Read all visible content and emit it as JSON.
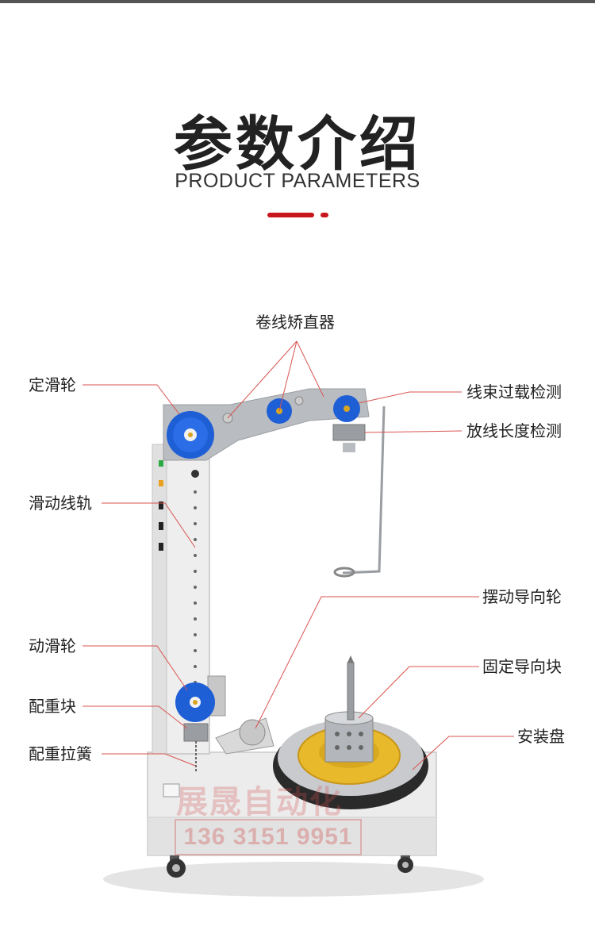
{
  "header": {
    "title_cn": "参数介绍",
    "title_en": "PRODUCT PARAMETERS"
  },
  "colors": {
    "accent": "#c8161d",
    "callout_line": "#d9534f",
    "pulley_blue": "#1e5fd6",
    "wire_yellow": "#e8b92a"
  },
  "labels": {
    "straightener": "卷线矫直器",
    "fixed_pulley": "定滑轮",
    "overload_detect": "线束过载检测",
    "length_detect": "放线长度检测",
    "slide_rail": "滑动线轨",
    "swing_guide_wheel": "摆动导向轮",
    "movable_pulley": "动滑轮",
    "fixed_guide_block": "固定导向块",
    "counterweight": "配重块",
    "mounting_plate": "安装盘",
    "counterweight_spring": "配重拉簧"
  },
  "watermark": {
    "company": "展晟自动化",
    "phone": "136 3151 9951"
  }
}
